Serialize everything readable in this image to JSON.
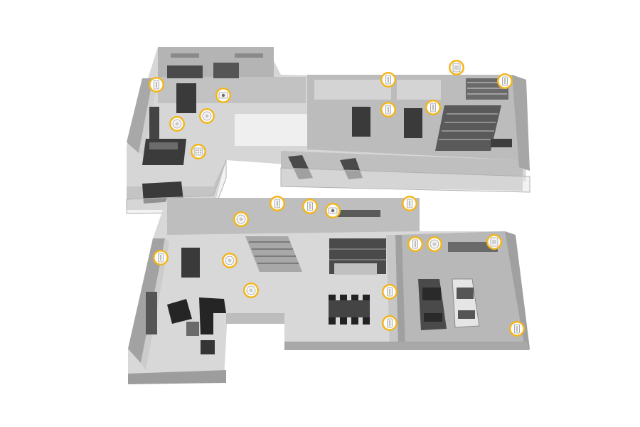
{
  "diagram": {
    "subject": "",
    "colors": {
      "background": "#ffffff",
      "wall_top": "#c8c8c8",
      "wall_side": "#9a9a9a",
      "floor": "#d8d8d8",
      "floor_dark": "#bdbdbd",
      "furniture": "#2e2e2e",
      "sensor_ring": "#f2b51c",
      "sensor_body": "#f4f4f4",
      "glass": "#e6e6e6"
    },
    "device_types": {
      "door_sensor": "door-window-sensor-icon",
      "motion_detector": "motion-detector-icon",
      "smoke_detector": "smoke-detector-icon",
      "camera": "camera-icon",
      "keypad": "keypad-icon",
      "siren": "siren-icon"
    },
    "floors": [
      {
        "name": "",
        "devices": [
          {
            "type": "door_sensor",
            "id": "u1"
          },
          {
            "type": "camera",
            "id": "u2"
          },
          {
            "type": "smoke_detector",
            "id": "u3"
          },
          {
            "type": "smoke_detector",
            "id": "u4"
          },
          {
            "type": "keypad",
            "id": "u5"
          },
          {
            "type": "door_sensor",
            "id": "u6"
          },
          {
            "type": "door_sensor",
            "id": "u7"
          },
          {
            "type": "door_sensor",
            "id": "u8"
          },
          {
            "type": "siren",
            "id": "u9"
          },
          {
            "type": "door_sensor",
            "id": "u10"
          }
        ]
      },
      {
        "name": "",
        "devices": [
          {
            "type": "door_sensor",
            "id": "g1"
          },
          {
            "type": "door_sensor",
            "id": "g2"
          },
          {
            "type": "camera",
            "id": "g3"
          },
          {
            "type": "door_sensor",
            "id": "g4"
          },
          {
            "type": "smoke_detector",
            "id": "g5"
          },
          {
            "type": "door_sensor",
            "id": "g6"
          },
          {
            "type": "smoke_detector",
            "id": "g7"
          },
          {
            "type": "smoke_detector",
            "id": "g8"
          },
          {
            "type": "door_sensor",
            "id": "g9"
          },
          {
            "type": "smoke_detector",
            "id": "g10"
          },
          {
            "type": "siren",
            "id": "g11"
          },
          {
            "type": "door_sensor",
            "id": "g12"
          },
          {
            "type": "door_sensor",
            "id": "g13"
          },
          {
            "type": "door_sensor",
            "id": "g14"
          }
        ]
      }
    ]
  }
}
